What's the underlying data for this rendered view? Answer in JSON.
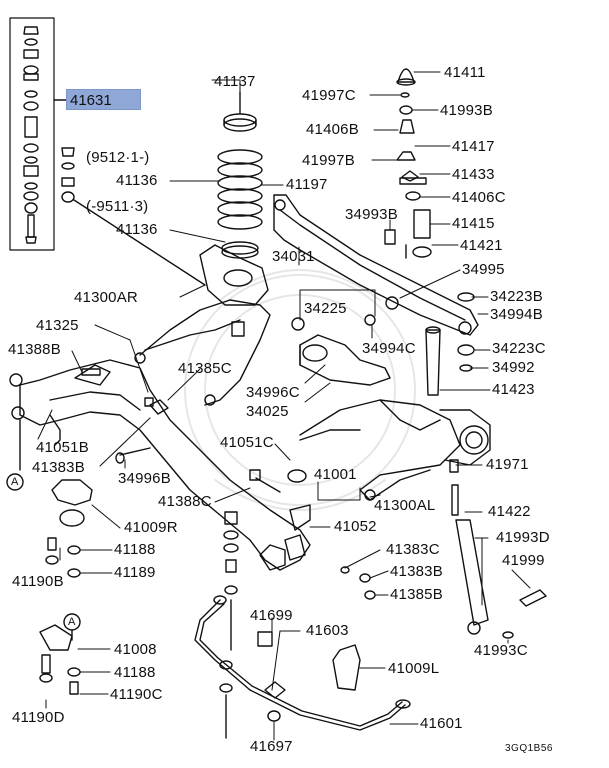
{
  "diagram": {
    "highlighted_part": "41631",
    "code": "3GQ1B56",
    "notes": {
      "late": "(9512·1-)",
      "early": "(-9511·3)"
    },
    "labels": [
      {
        "id": "l41137",
        "text": "41137"
      },
      {
        "id": "l41411",
        "text": "41411"
      },
      {
        "id": "l41997C",
        "text": "41997C"
      },
      {
        "id": "l41993B",
        "text": "41993B"
      },
      {
        "id": "l41406B",
        "text": "41406B"
      },
      {
        "id": "l41417",
        "text": "41417"
      },
      {
        "id": "l41997B",
        "text": "41997B"
      },
      {
        "id": "l41433",
        "text": "41433"
      },
      {
        "id": "l41136a",
        "text": "41136"
      },
      {
        "id": "l41197",
        "text": "41197"
      },
      {
        "id": "l41406C",
        "text": "41406C"
      },
      {
        "id": "l34993B",
        "text": "34993B"
      },
      {
        "id": "l41415",
        "text": "41415"
      },
      {
        "id": "l41136b",
        "text": "41136"
      },
      {
        "id": "l41421",
        "text": "41421"
      },
      {
        "id": "l34031",
        "text": "34031"
      },
      {
        "id": "l34995",
        "text": "34995"
      },
      {
        "id": "l41300AR",
        "text": "41300AR"
      },
      {
        "id": "l34225",
        "text": "34225"
      },
      {
        "id": "l34223B",
        "text": "34223B"
      },
      {
        "id": "l34994B",
        "text": "34994B"
      },
      {
        "id": "l41325",
        "text": "41325"
      },
      {
        "id": "l34994C",
        "text": "34994C"
      },
      {
        "id": "l34223C",
        "text": "34223C"
      },
      {
        "id": "l41388B",
        "text": "41388B"
      },
      {
        "id": "l41385C",
        "text": "41385C"
      },
      {
        "id": "l34992",
        "text": "34992"
      },
      {
        "id": "l34996C",
        "text": "34996C"
      },
      {
        "id": "l41423",
        "text": "41423"
      },
      {
        "id": "l34025",
        "text": "34025"
      },
      {
        "id": "l41051C",
        "text": "41051C"
      },
      {
        "id": "l41051B",
        "text": "41051B"
      },
      {
        "id": "l41383B",
        "text": "41383B"
      },
      {
        "id": "l41971",
        "text": "41971"
      },
      {
        "id": "l34996B",
        "text": "34996B"
      },
      {
        "id": "l41001",
        "text": "41001"
      },
      {
        "id": "l41300AL",
        "text": "41300AL"
      },
      {
        "id": "l41388C",
        "text": "41388C"
      },
      {
        "id": "l41422",
        "text": "41422"
      },
      {
        "id": "l41009R",
        "text": "41009R"
      },
      {
        "id": "l41052",
        "text": "41052"
      },
      {
        "id": "l41993D",
        "text": "41993D"
      },
      {
        "id": "l41188a",
        "text": "41188"
      },
      {
        "id": "l41383C",
        "text": "41383C"
      },
      {
        "id": "l41999",
        "text": "41999"
      },
      {
        "id": "l41190B",
        "text": "41190B"
      },
      {
        "id": "l41189",
        "text": "41189"
      },
      {
        "id": "l41383Bb",
        "text": "41383B"
      },
      {
        "id": "l41385B",
        "text": "41385B"
      },
      {
        "id": "l41699",
        "text": "41699"
      },
      {
        "id": "l41603",
        "text": "41603"
      },
      {
        "id": "l41993C",
        "text": "41993C"
      },
      {
        "id": "l41008",
        "text": "41008"
      },
      {
        "id": "l41009L",
        "text": "41009L"
      },
      {
        "id": "l41188b",
        "text": "41188"
      },
      {
        "id": "l41190C",
        "text": "41190C"
      },
      {
        "id": "l41601",
        "text": "41601"
      },
      {
        "id": "l41190D",
        "text": "41190D"
      },
      {
        "id": "l41697",
        "text": "41697"
      }
    ],
    "callouts": [
      "A",
      "A"
    ]
  }
}
